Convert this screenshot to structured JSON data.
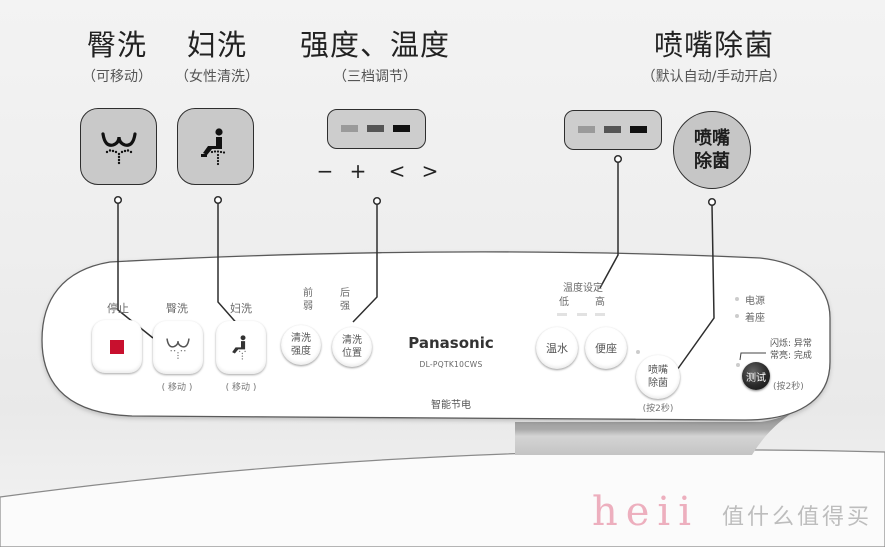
{
  "headings": [
    {
      "title": "臀洗",
      "subtitle": "（可移动）"
    },
    {
      "title": "妇洗",
      "subtitle": "（女性清洗）"
    },
    {
      "title": "强度、温度",
      "subtitle": "（三档调节）"
    },
    {
      "title": "喷嘴除菌",
      "subtitle": "（默认自动/手动开启）"
    }
  ],
  "callouts": {
    "rear_wash_icon": "rear-wash-icon",
    "feminine_wash_icon": "feminine-wash-icon",
    "strength_display_levels": 3,
    "strength_symbols": [
      "−",
      "+",
      "<",
      ">"
    ],
    "temp_display_levels": 3,
    "nozzle_button": [
      "喷嘴",
      "除菌"
    ]
  },
  "panel": {
    "stop": {
      "label": "停止"
    },
    "rear_wash": {
      "label": "臀洗",
      "note": "( 移动 )"
    },
    "feminine_wash": {
      "label": "妇洗",
      "note": "( 移动 )"
    },
    "front_weak": [
      "前",
      "弱"
    ],
    "rear_strong": [
      "后",
      "强"
    ],
    "wash_strength": [
      "清洗",
      "强度"
    ],
    "wash_position": [
      "清洗",
      "位置"
    ],
    "brand": "Panasonic",
    "model": "DL-PQTK10CWS",
    "eco": "智能节电",
    "temp_setting": "温度设定",
    "low": "低",
    "high": "高",
    "warm_water": "温水",
    "seat": "便座",
    "nozzle_clean": [
      "喷嘴",
      "除菌"
    ],
    "nozzle_note": "(按2秒)",
    "indicators": [
      "电源",
      "着座"
    ],
    "test_legend": [
      "闪烁: 异常",
      "常亮: 完成"
    ],
    "test": "测试",
    "test_note": "(按2秒)"
  },
  "colors": {
    "stop_red": "#c8102e",
    "callout_fill": "#c9c9c9",
    "segment_levels": [
      "#9a9a9a",
      "#555555",
      "#111111"
    ]
  },
  "watermark": {
    "text": "值什么值得买",
    "overlay": "heii"
  }
}
